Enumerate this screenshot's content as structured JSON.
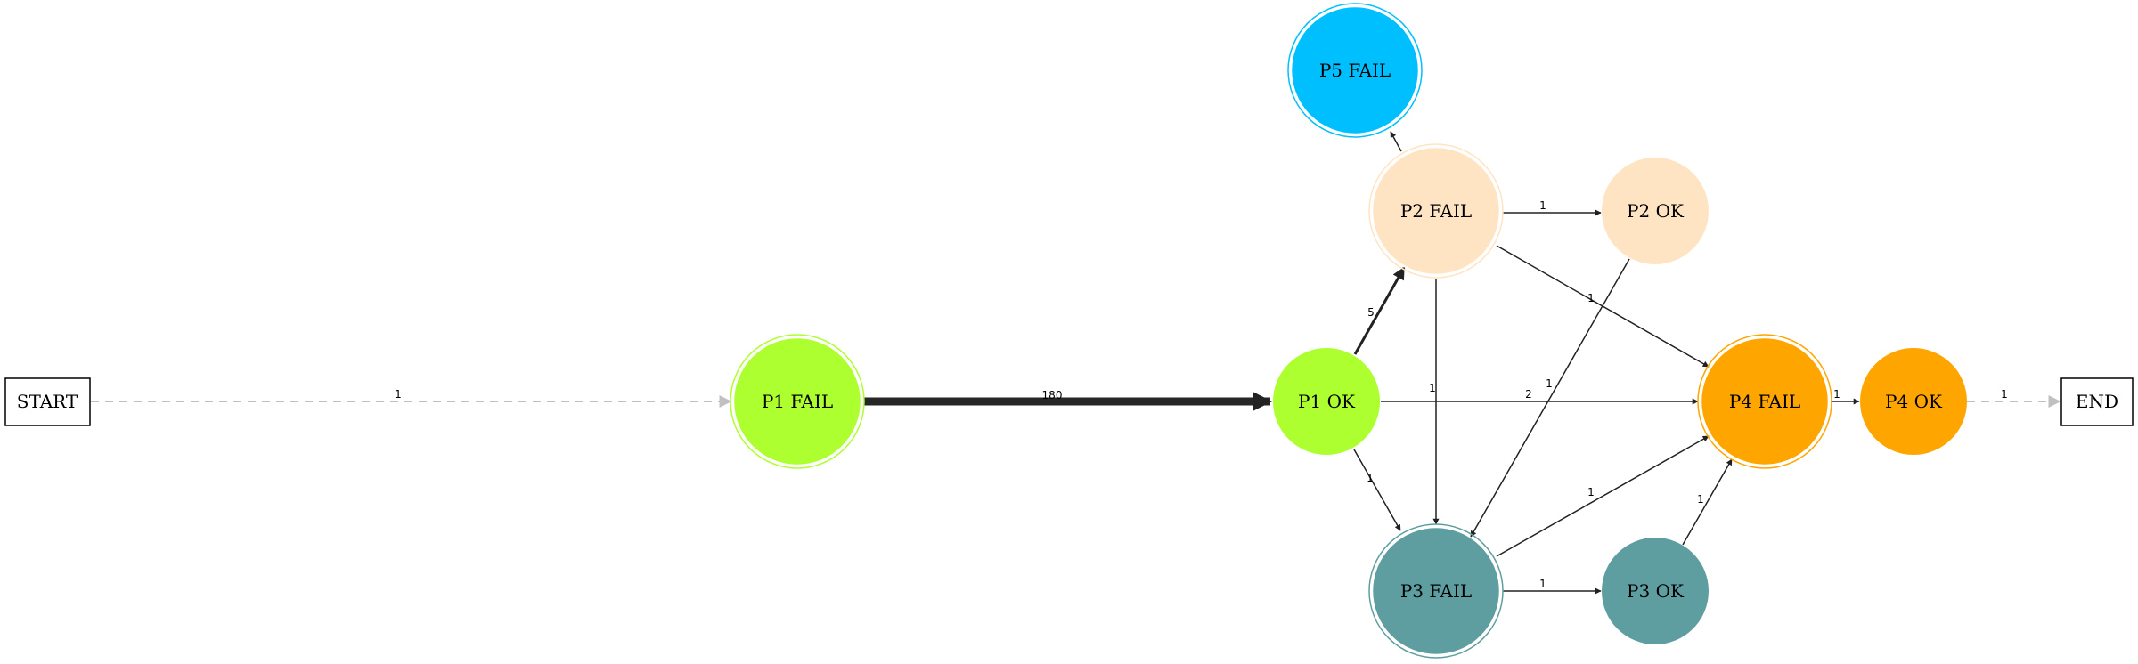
{
  "nodes": {
    "start": {
      "label": "START",
      "fill": "#ffffff",
      "stroke": "#000000"
    },
    "end": {
      "label": "END",
      "fill": "#ffffff",
      "stroke": "#000000"
    },
    "p1_fail": {
      "label": "P1 FAIL",
      "fill": "#adff2f"
    },
    "p1_ok": {
      "label": "P1 OK",
      "fill": "#adff2f"
    },
    "p2_fail": {
      "label": "P2 FAIL",
      "fill": "#ffe4c4"
    },
    "p2_ok": {
      "label": "P2 OK",
      "fill": "#ffe4c4"
    },
    "p3_fail": {
      "label": "P3 FAIL",
      "fill": "#5f9ea0"
    },
    "p3_ok": {
      "label": "P3 OK",
      "fill": "#5f9ea0"
    },
    "p4_fail": {
      "label": "P4 FAIL",
      "fill": "#ffa500"
    },
    "p4_ok": {
      "label": "P4 OK",
      "fill": "#ffa500"
    },
    "p5_fail": {
      "label": "P5 FAIL",
      "fill": "#00bfff"
    }
  },
  "edges": [
    {
      "from": "START",
      "to": "P1 FAIL",
      "label": "1",
      "style": "dashed"
    },
    {
      "from": "P1 FAIL",
      "to": "P1 OK",
      "label": "180",
      "style": "bold"
    },
    {
      "from": "P1 OK",
      "to": "P2 FAIL",
      "label": "5",
      "style": "solid"
    },
    {
      "from": "P1 OK",
      "to": "P4 FAIL",
      "label": "2",
      "style": "solid"
    },
    {
      "from": "P1 OK",
      "to": "P3 FAIL",
      "label": "1",
      "style": "solid"
    },
    {
      "from": "P2 FAIL",
      "to": "P5 FAIL",
      "label": "",
      "style": "solid"
    },
    {
      "from": "P2 FAIL",
      "to": "P2 OK",
      "label": "1",
      "style": "solid"
    },
    {
      "from": "P2 FAIL",
      "to": "P4 FAIL",
      "label": "1",
      "style": "solid"
    },
    {
      "from": "P2 FAIL",
      "to": "P3 FAIL",
      "label": "1",
      "style": "solid"
    },
    {
      "from": "P2 OK",
      "to": "P3 FAIL",
      "label": "1",
      "style": "solid"
    },
    {
      "from": "P3 FAIL",
      "to": "P4 FAIL",
      "label": "1",
      "style": "solid"
    },
    {
      "from": "P3 FAIL",
      "to": "P3 OK",
      "label": "1",
      "style": "solid"
    },
    {
      "from": "P3 OK",
      "to": "P4 FAIL",
      "label": "1",
      "style": "solid"
    },
    {
      "from": "P4 FAIL",
      "to": "P4 OK",
      "label": "1",
      "style": "solid"
    },
    {
      "from": "P4 OK",
      "to": "END",
      "label": "1",
      "style": "dashed"
    }
  ]
}
